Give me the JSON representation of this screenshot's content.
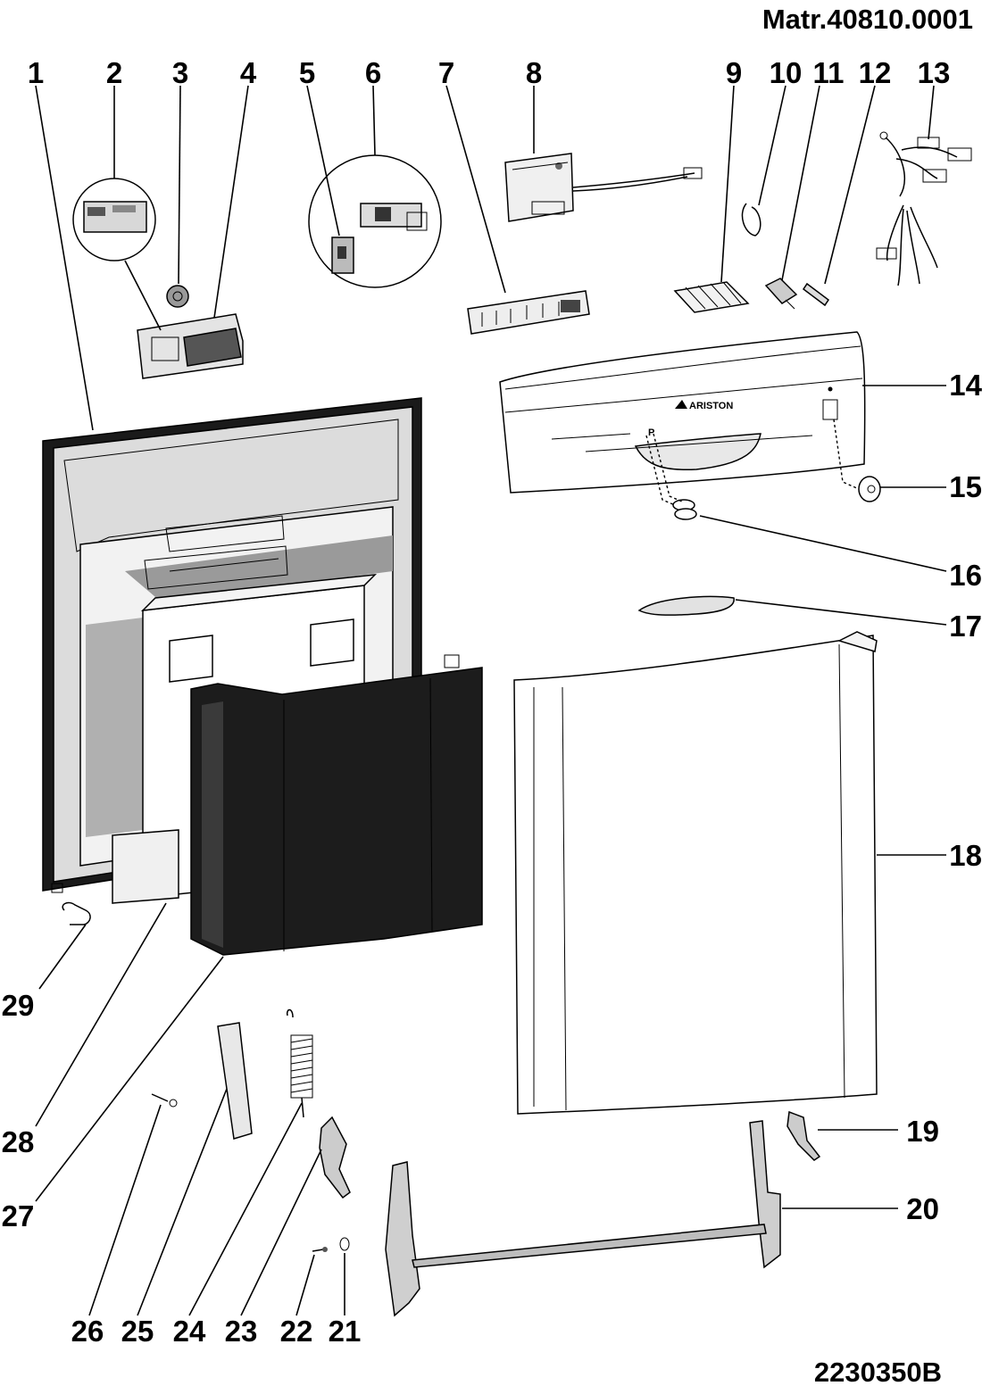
{
  "header": {
    "material_code": "Matr.40810.0001"
  },
  "footer": {
    "drawing_number": "2230350B"
  },
  "brand_logo_text": "ARISTON",
  "panel_program_label": "P",
  "callouts": [
    "1",
    "2",
    "3",
    "4",
    "5",
    "6",
    "7",
    "8",
    "9",
    "10",
    "11",
    "12",
    "13",
    "14",
    "15",
    "16",
    "17",
    "18",
    "19",
    "20",
    "21",
    "22",
    "23",
    "24",
    "25",
    "26",
    "27",
    "28",
    "29"
  ]
}
